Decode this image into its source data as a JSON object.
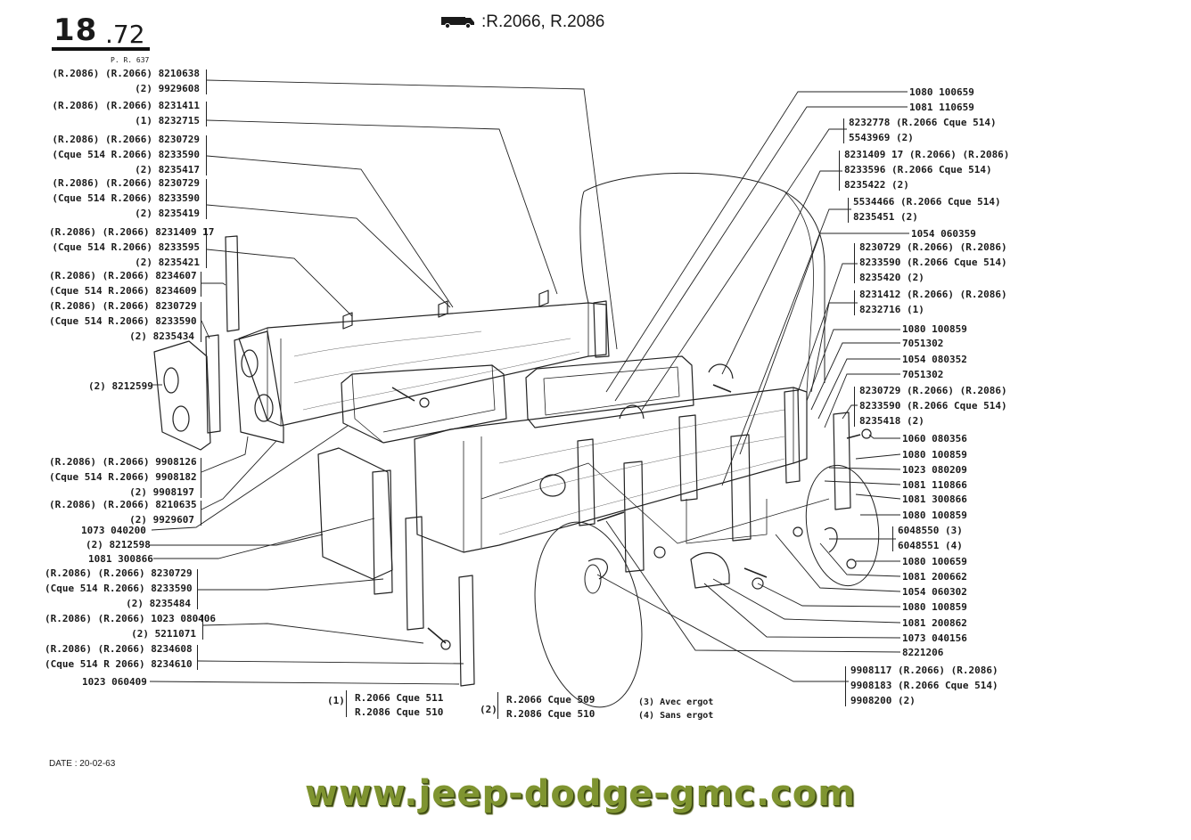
{
  "header": {
    "section_number": "18",
    "section_sub": ".72",
    "plate_ref": "P. R. 637",
    "vehicle_icon": "van-icon",
    "models_prefix": ":",
    "models": "R.2066, R.2086"
  },
  "left_callouts": [
    {
      "lines": [
        "(R.2086)  (R.2066)  8210638",
        "(2)  9929608"
      ]
    },
    {
      "lines": [
        "(R.2086)  (R.2066)  8231411",
        "(1)  8232715"
      ]
    },
    {
      "lines": [
        "(R.2086)  (R.2066)  8230729",
        "(Cque 514  R.2066)  8233590",
        "(2)  8235417"
      ]
    },
    {
      "lines": [
        "(R.2086)  (R.2066)  8230729",
        "(Cque 514  R.2066)  8233590",
        "(2)  8235419"
      ]
    },
    {
      "lines": [
        "(R.2086)  (R.2066)  8231409 17",
        "(Cque 514  R.2066)  8233595",
        "(2)  8235421"
      ]
    },
    {
      "lines": [
        "(R.2086)  (R.2066)  8234607",
        "(Cque 514  R.2066)  8234609"
      ]
    },
    {
      "lines": [
        "(R.2086)  (R.2066)  8230729",
        "(Cque 514  R.2066)  8233590",
        "(2)  8235434"
      ]
    },
    {
      "lines": [
        "(2)  8212599"
      ]
    },
    {
      "lines": [
        "(R.2086)  (R.2066)  9908126",
        "(Cque 514  R.2066)  9908182",
        "(2)  9908197"
      ]
    },
    {
      "lines": [
        "(R.2086)  (R.2066)  8210635",
        "(2)  9929607"
      ]
    },
    {
      "lines": [
        "1073  040200"
      ]
    },
    {
      "lines": [
        "(2)  8212598"
      ]
    },
    {
      "lines": [
        "1081  300866"
      ]
    },
    {
      "lines": [
        "(R.2086)  (R.2066)  8230729",
        "(Cque 514  R.2066)  8233590",
        "(2)  8235484"
      ]
    },
    {
      "lines": [
        "(R.2086)  (R.2066)  1023  080406",
        "(2)  5211071"
      ]
    },
    {
      "lines": [
        "(R.2086)  (R.2066)  8234608",
        "(Cque 514  R 2066)  8234610"
      ]
    },
    {
      "lines": [
        "1023  060409"
      ]
    }
  ],
  "right_callouts": [
    {
      "lines": [
        "1080  100659"
      ]
    },
    {
      "lines": [
        "1081  110659"
      ]
    },
    {
      "lines": [
        "8232778  (R.2066  Cque 514)",
        "5543969  (2)"
      ]
    },
    {
      "lines": [
        "8231409 17  (R.2066)  (R.2086)",
        "8233596  (R.2066  Cque 514)",
        "8235422  (2)"
      ]
    },
    {
      "lines": [
        "5534466  (R.2066  Cque 514)",
        "8235451  (2)"
      ]
    },
    {
      "lines": [
        "1054  060359"
      ]
    },
    {
      "lines": [
        "8230729  (R.2066)  (R.2086)",
        "8233590  (R.2066  Cque 514)",
        "8235420  (2)"
      ]
    },
    {
      "lines": [
        "8231412  (R.2066)  (R.2086)",
        "8232716  (1)"
      ]
    },
    {
      "lines": [
        "1080  100859"
      ]
    },
    {
      "lines": [
        "7051302"
      ]
    },
    {
      "lines": [
        "1054  080352"
      ]
    },
    {
      "lines": [
        "7051302"
      ]
    },
    {
      "lines": [
        "8230729  (R.2066)  (R.2086)",
        "8233590  (R.2066  Cque 514)",
        "8235418  (2)"
      ]
    },
    {
      "lines": [
        "1060  080356"
      ]
    },
    {
      "lines": [
        "1080  100859"
      ]
    },
    {
      "lines": [
        "1023  080209"
      ]
    },
    {
      "lines": [
        "1081  110866"
      ]
    },
    {
      "lines": [
        "1081  300866"
      ]
    },
    {
      "lines": [
        "1080  100859"
      ]
    },
    {
      "lines": [
        "6048550  (3)",
        "6048551  (4)"
      ]
    },
    {
      "lines": [
        "1080  100659"
      ]
    },
    {
      "lines": [
        "1081  200662"
      ]
    },
    {
      "lines": [
        "1054  060302"
      ]
    },
    {
      "lines": [
        "1080  100859"
      ]
    },
    {
      "lines": [
        "1081  200862"
      ]
    },
    {
      "lines": [
        "1073  040156"
      ]
    },
    {
      "lines": [
        "8221206"
      ]
    },
    {
      "lines": [
        "9908117  (R.2066)  (R.2086)",
        "9908183  (R.2066  Cque 514)",
        "9908200  (2)"
      ]
    }
  ],
  "legend": {
    "group1_prefix": "(1)",
    "group1": [
      "R.2066  Cque  511",
      "R.2086  Cque  510"
    ],
    "group2_prefix": "(2)",
    "group2": [
      "R.2066  Cque  509",
      "R.2086  Cque  510"
    ],
    "notes": [
      "(3)  Avec ergot",
      "(4)  Sans ergot"
    ]
  },
  "footer": {
    "date": "DATE : 20-02-63",
    "watermark": "www.jeep-dodge-gmc.com"
  },
  "colors": {
    "ink": "#1a1a1a",
    "watermark": "#7f9430"
  }
}
